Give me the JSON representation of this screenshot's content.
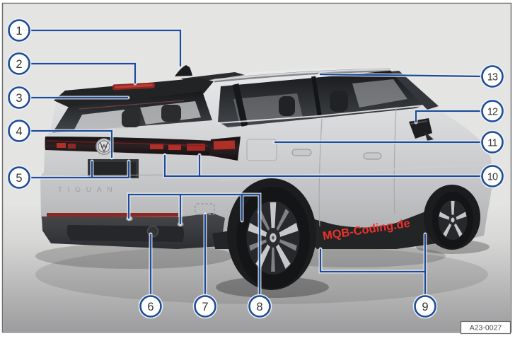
{
  "figure": {
    "code_label": "A23-0027",
    "watermark": "MQB-Coding.de",
    "model_badge": "TIGUAN"
  },
  "icons": {
    "vw_logo": "vw-roundel",
    "roof_antenna": "shark-fin-antenna"
  },
  "colors": {
    "callout_blue": "#1b4b9b",
    "watermark_red": "#e8322c",
    "background_gray": "#e4e4e3",
    "frame_border": "#6a6a6a",
    "taillight_red": "#b03028"
  },
  "callouts": [
    {
      "num": "1"
    },
    {
      "num": "2"
    },
    {
      "num": "3"
    },
    {
      "num": "4"
    },
    {
      "num": "5"
    },
    {
      "num": "6"
    },
    {
      "num": "7"
    },
    {
      "num": "8"
    },
    {
      "num": "9"
    },
    {
      "num": "10"
    },
    {
      "num": "11"
    },
    {
      "num": "12"
    },
    {
      "num": "13"
    }
  ]
}
